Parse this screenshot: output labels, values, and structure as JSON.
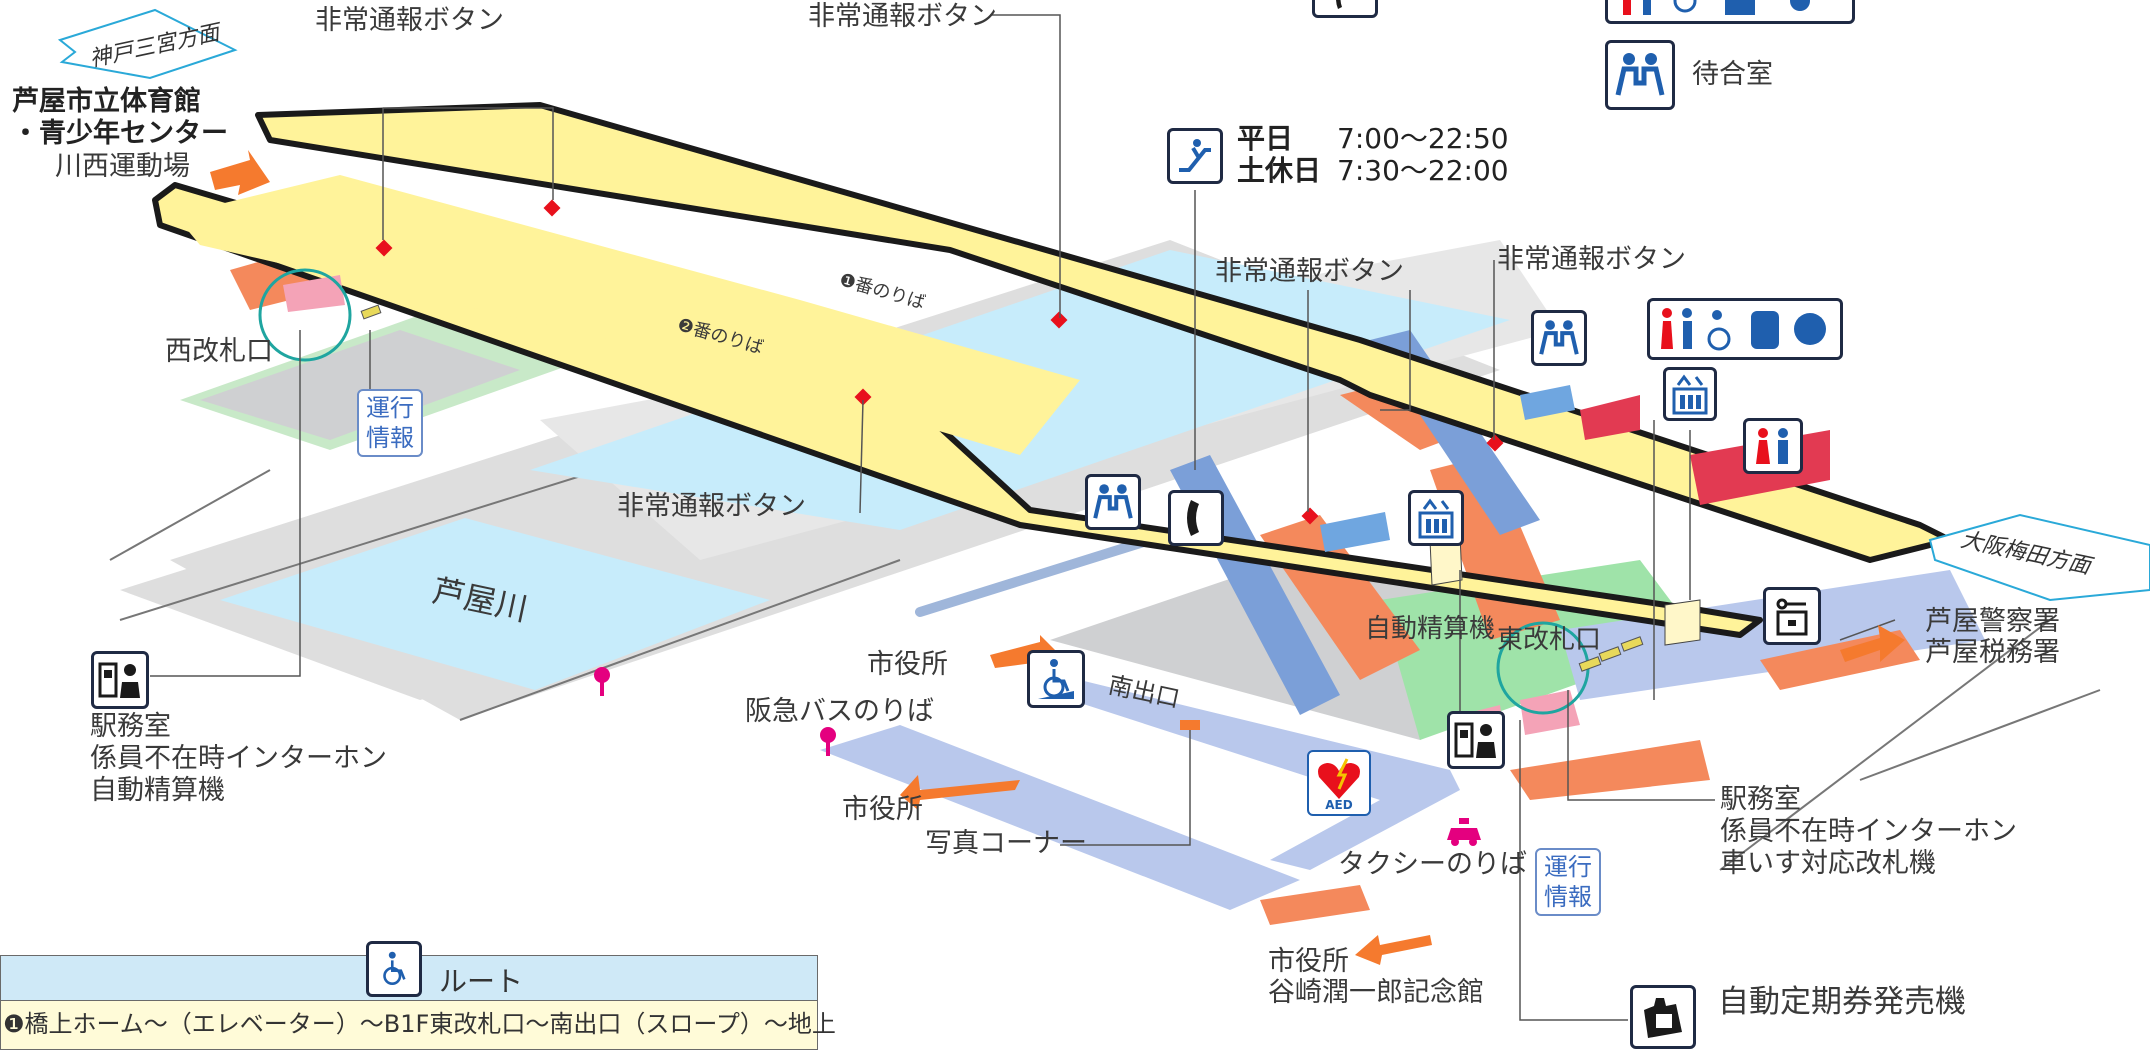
{
  "legend": {
    "waiting_room": "待合室",
    "escalator_hours": [
      {
        "day": "平日",
        "time": "7:00〜22:50"
      },
      {
        "day": "土休日",
        "time": "7:30〜22:00"
      }
    ]
  },
  "directions": {
    "kobe": "神戸三宮方面",
    "osaka": "大阪梅田方面"
  },
  "places": {
    "gym": [
      "芦屋市立体育館",
      "・青少年センター"
    ],
    "kawanishi": "川西運動場",
    "west_gate": "西改札口",
    "east_gate": "東改札口",
    "south_exit": "南出口",
    "ashiya_river": "芦屋川",
    "city_hall_1": "市役所",
    "city_hall_2": "市役所",
    "city_hall_3": [
      "市役所",
      "谷崎潤一郎記念館"
    ],
    "hankyu_bus": "阪急バスのりば",
    "taxi": "タクシーのりば",
    "photo_corner": "写真コーナー",
    "auto_fare": "自動精算機",
    "police": [
      "芦屋警察署",
      "芦屋税務署"
    ],
    "platform_1": "❶番のりば",
    "platform_2": "❷番のりば"
  },
  "emergency_button": "非常通報ボタン",
  "station_office_west": [
    "駅務室",
    "係員不在時インターホン",
    "自動精算機"
  ],
  "station_office_east": [
    "駅務室",
    "係員不在時インターホン",
    "車いす対応改札機"
  ],
  "operation_info": [
    "運行",
    "情報"
  ],
  "commuter_pass_machine": "自動定期券発売機",
  "route": {
    "title": "ルート",
    "text": "❶橋上ホーム〜（エレベーター）〜B1F東改札口〜南出口（スロープ）〜地上"
  },
  "icons": {
    "waiting_room": "waiting-room-icon",
    "escalator": "escalator-icon",
    "telephone": "telephone-icon",
    "elevator": "elevator-icon",
    "restroom": "restroom-icon",
    "accessible": "wheelchair-icon",
    "baby": "baby-care-icon",
    "locker": "coin-locker-icon",
    "aed": "aed-icon",
    "taxi": "taxi-icon",
    "station_office": "station-office-icon",
    "commuter_pass": "commuter-pass-icon"
  },
  "colors": {
    "platform": "#fff39a",
    "concourse": "#9fe3a9",
    "road": "#dedede",
    "river": "#c7ecfb",
    "stairs": "#f4895c",
    "escalator": "#7b9fd8",
    "restroom_block": "#e23a52",
    "route_blue": "#b9c8ec",
    "emergency": "#e8101c",
    "arrow": "#f57a2e"
  }
}
